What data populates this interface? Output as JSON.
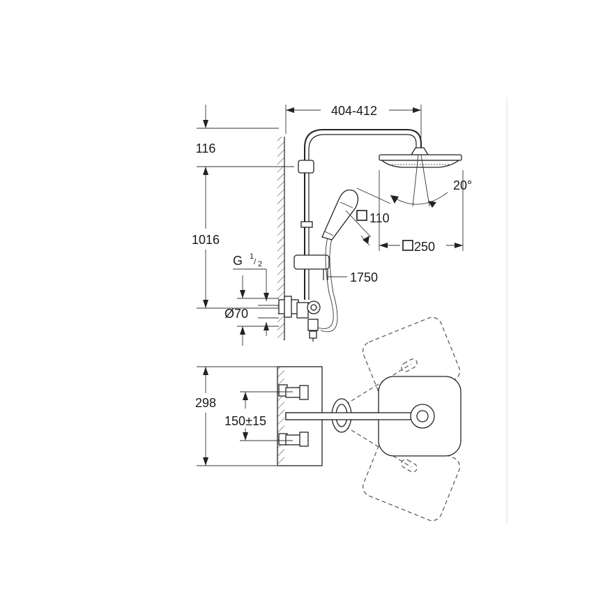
{
  "drawing": {
    "dimensions": {
      "width_arm": "404-412",
      "top_offset": "116",
      "rail_height": "1016",
      "thread_prefix": "G",
      "thread_num": "1",
      "thread_den": "2",
      "wall_plate": "Ø70",
      "hand_shower_size": "110",
      "head_shower_size": "250",
      "tilt_angle": "20°",
      "hose_length": "1750",
      "plan_depth": "298",
      "inlet_spacing": "150±15"
    }
  }
}
